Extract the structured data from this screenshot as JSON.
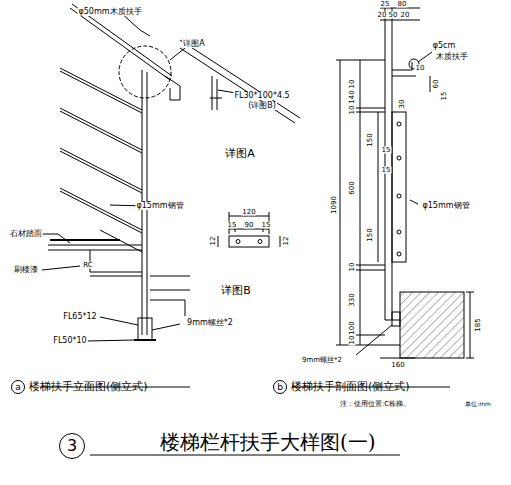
{
  "diagram": {
    "title": "楼梯栏杆扶手大样图(一)",
    "nodes": [
      {
        "text": [
          "a",
          "楼梯扶手立面图(侧立式)"
        ]
      },
      {
        "text": [
          "b",
          "楼梯扶手剖面图(侧立式)"
        ]
      },
      {
        "text": [
          "3"
        ]
      }
    ],
    "edges": [],
    "labels": [
      "φ50mm木质扶手",
      "详图A",
      "FL30*100*4.5",
      "(详图B)",
      "详图A",
      "φ15mm钢管",
      "石材踏面",
      "刷楼漆",
      "RC",
      "FL65*12",
      "FL50*10",
      "9mm螺丝*2",
      "详图B",
      "120",
      "15",
      "90",
      "15",
      "12",
      "12",
      "25",
      "80",
      "20",
      "50",
      "20",
      "10",
      "φ5cm",
      "木质扶手",
      "60",
      "15",
      "10",
      "140",
      "30",
      "10",
      "150",
      "600",
      "150",
      "15",
      "15",
      "φ15mm钢管",
      "10",
      "1090",
      "330",
      "100",
      "10",
      "185",
      "160",
      "9mm螺丝*2",
      "注：使用位置:C栋梯。",
      "单位:mm"
    ]
  }
}
